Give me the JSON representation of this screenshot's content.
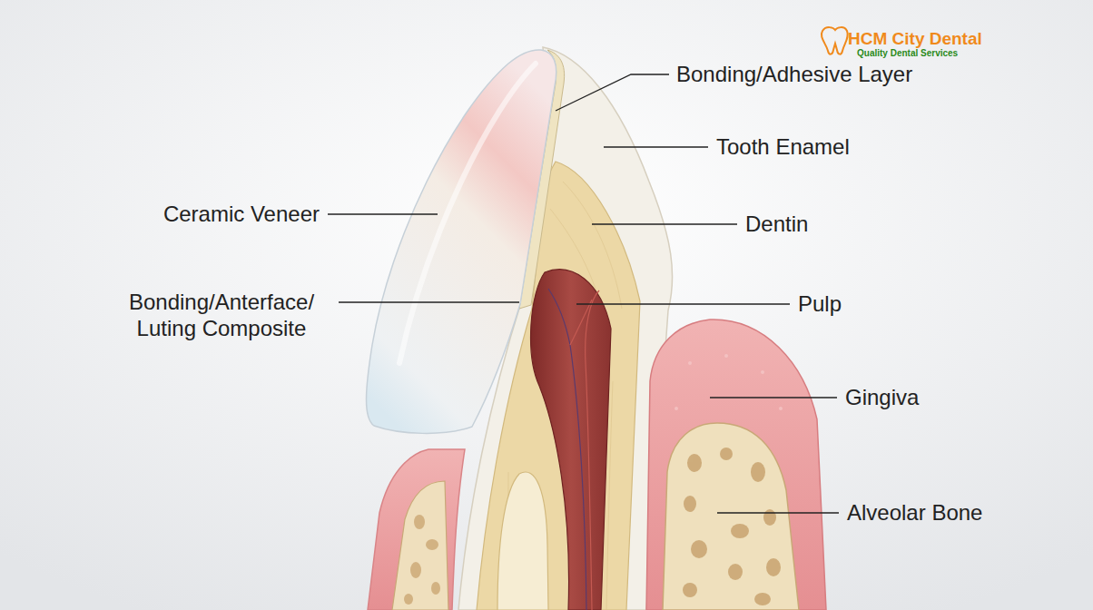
{
  "diagram": {
    "labels": [
      "HCM City Dental",
      "Quality Dental Services",
      "Bonding/Adhesive Layer",
      "Tooth Enamel",
      "Ceramic Veneer",
      "Dentin",
      "Bonding/Anterface/ Luting Composite",
      "Pulp",
      "Gingiva",
      "Alveolar Bone"
    ]
  }
}
